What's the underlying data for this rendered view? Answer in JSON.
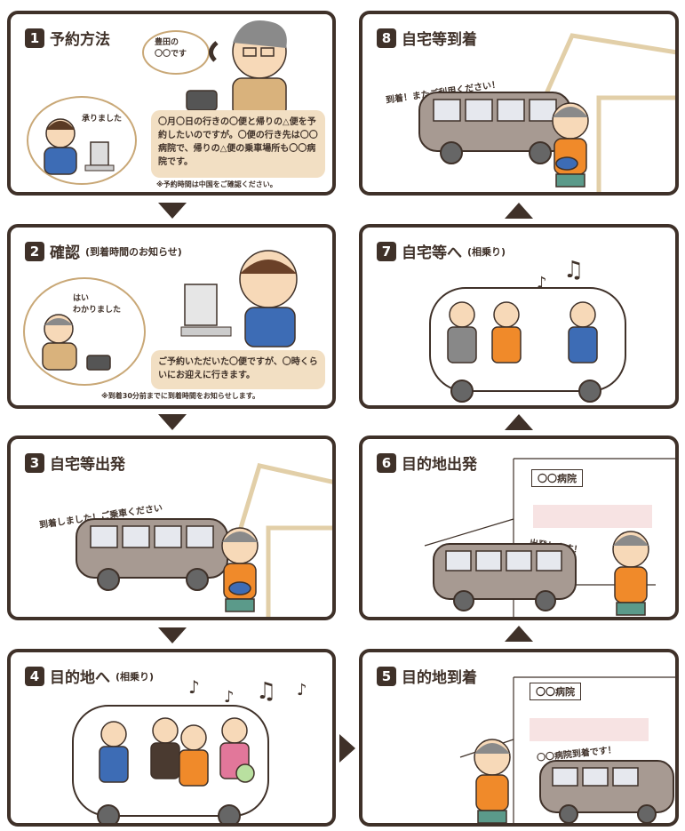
{
  "panels": {
    "p1": {
      "num": "1",
      "title": "予約方法",
      "bubble_top": "豊田の\n〇〇です",
      "bubble_left": "承りました",
      "message": "〇月〇日の行きの〇便と帰りの△便を予約したいのですが。〇便の行き先は〇〇病院で、帰りの△便の乗車場所も〇〇病院です。",
      "note": "※予約時間は中国をご確認ください。"
    },
    "p2": {
      "num": "2",
      "title": "確認",
      "subtitle": "(到着時間のお知らせ)",
      "bubble": "はい\nわかりました",
      "message": "ご予約いただいた〇便ですが、〇時くらいにお迎えに行きます。",
      "note": "※到着30分前までに到着時間をお知らせします。"
    },
    "p3": {
      "num": "3",
      "title": "自宅等出発",
      "speech": "到着しました！ご乗車ください"
    },
    "p4": {
      "num": "4",
      "title": "目的地へ",
      "subtitle": "(相乗り)"
    },
    "p5": {
      "num": "5",
      "title": "目的地到着",
      "sign": "〇〇病院",
      "speech": "〇〇病院到着です！"
    },
    "p6": {
      "num": "6",
      "title": "目的地出発",
      "sign": "〇〇病院",
      "speech": "出発します！"
    },
    "p7": {
      "num": "7",
      "title": "自宅等へ",
      "subtitle": "(相乗り)"
    },
    "p8": {
      "num": "8",
      "title": "自宅等到着",
      "speech": "到着！またご利用ください！"
    }
  },
  "icons": [
    "phone-icon",
    "computer-icon",
    "minibus-icon",
    "music-note-icon",
    "house-icon",
    "hospital-building-icon",
    "arrow-down-icon",
    "arrow-up-icon",
    "arrow-right-icon"
  ],
  "colors": {
    "border": "#3f3129",
    "tan": "#f2dfc3",
    "bus": "#a79a92",
    "orange": "#f08a2a",
    "pink": "#f7e3e3"
  }
}
